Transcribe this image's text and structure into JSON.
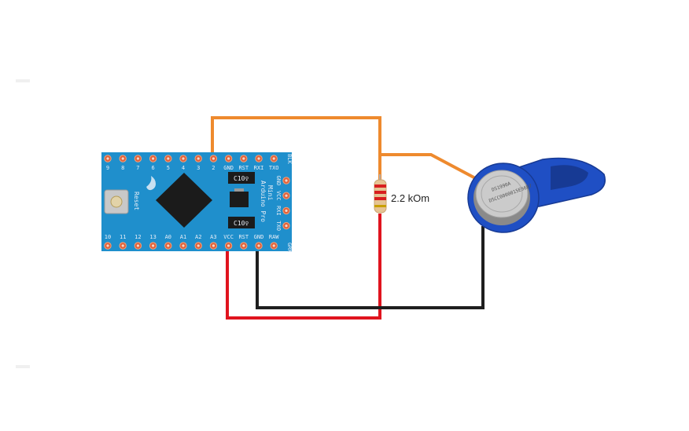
{
  "diagram": {
    "resistor_label": "2.2 kOm",
    "board": {
      "top_pins": [
        "9",
        "8",
        "7",
        "6",
        "5",
        "4",
        "3",
        "2",
        "GND",
        "RST",
        "RXI",
        "TXO"
      ],
      "bottom_pins": [
        "10",
        "11",
        "12",
        "13",
        "A0",
        "A1",
        "A2",
        "A3",
        "VCC",
        "RST",
        "GND",
        "RAW"
      ],
      "right_pins": [
        "GND",
        "VCC",
        "RXI",
        "TXO"
      ],
      "corner_top": "BLK",
      "corner_bottom": "GRN",
      "reset_label": "Reset",
      "title_lines": [
        "Arduino Pro",
        "Mini"
      ],
      "cap_label": "C10♀",
      "colors": {
        "board": "#1f8fcc",
        "pad": "#e0603a",
        "chip": "#1b1b1b"
      }
    },
    "key": {
      "engraving": [
        "D5CC0000015E9687",
        "DS1990A"
      ],
      "colors": {
        "fob": "#1f4fc4",
        "button": "#c9c9c9"
      }
    },
    "wires": {
      "data": "#ee8a2e",
      "power": "#e0141e",
      "ground": "#1e1e1e"
    }
  }
}
